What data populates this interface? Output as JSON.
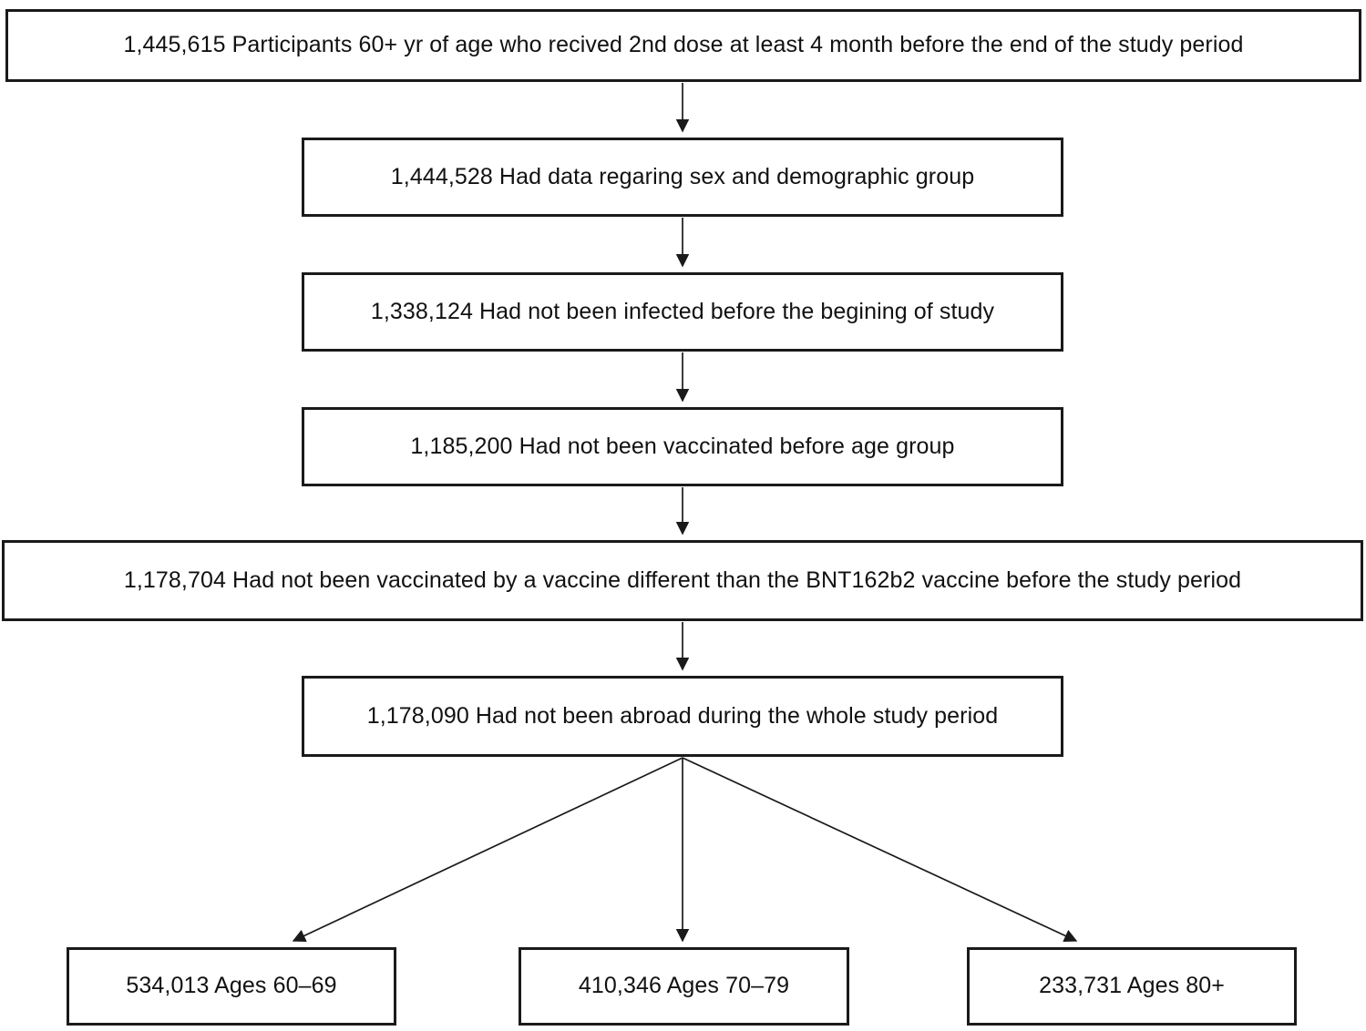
{
  "diagram": {
    "type": "flowchart",
    "background_color": "#ffffff",
    "box_fill_color": "#ffffff",
    "box_border_color": "#1a1a1a",
    "text_color": "#111111",
    "arrow_color": "#1a1a1a",
    "nodes": [
      {
        "id": "total-participants",
        "text": "1,445,615 Participants 60+ yr of age who recived 2nd dose at least 4 month before the end of the study period"
      },
      {
        "id": "had-demographic-data",
        "text": "1,444,528 Had data regaring sex and demographic group"
      },
      {
        "id": "not-infected-before",
        "text": "1,338,124 Had not been infected before the begining of study"
      },
      {
        "id": "not-vaccinated-before",
        "text": "1,185,200 Had not been vaccinated before age group"
      },
      {
        "id": "no-other-vaccine",
        "text": "1,178,704 Had not been vaccinated by a vaccine different than the BNT162b2 vaccine before the study period"
      },
      {
        "id": "not-abroad",
        "text": "1,178,090 Had not been abroad during the whole study period"
      },
      {
        "id": "ages-60-69",
        "text": "534,013 Ages 60–69"
      },
      {
        "id": "ages-70-79",
        "text": "410,346 Ages 70–79"
      },
      {
        "id": "ages-80-plus",
        "text": "233,731 Ages 80+"
      }
    ],
    "edges": [
      {
        "from": "total-participants",
        "to": "had-demographic-data"
      },
      {
        "from": "had-demographic-data",
        "to": "not-infected-before"
      },
      {
        "from": "not-infected-before",
        "to": "not-vaccinated-before"
      },
      {
        "from": "not-vaccinated-before",
        "to": "no-other-vaccine"
      },
      {
        "from": "no-other-vaccine",
        "to": "not-abroad"
      },
      {
        "from": "not-abroad",
        "to": "ages-60-69"
      },
      {
        "from": "not-abroad",
        "to": "ages-70-79"
      },
      {
        "from": "not-abroad",
        "to": "ages-80-plus"
      }
    ]
  }
}
